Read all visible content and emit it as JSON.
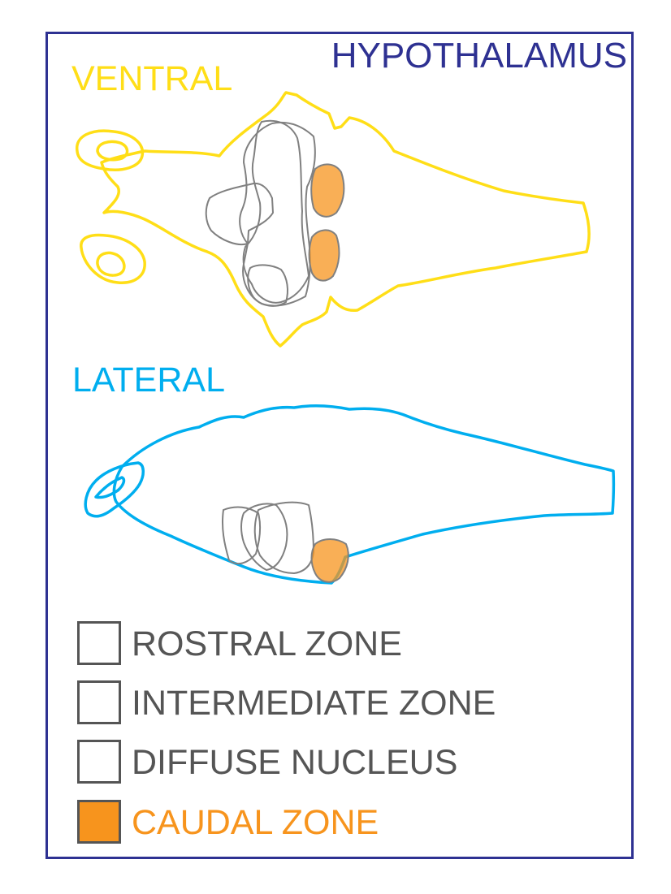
{
  "title": "HYPOTHALAMUS",
  "views": {
    "ventral": {
      "label": "VENTRAL"
    },
    "lateral": {
      "label": "LATERAL"
    }
  },
  "legend": [
    {
      "label": "ROSTRAL ZONE",
      "fill": "#ffffff",
      "color": "#555555"
    },
    {
      "label": "INTERMEDIATE ZONE",
      "fill": "#ffffff",
      "color": "#555555"
    },
    {
      "label": "DIFFUSE NUCLEUS",
      "fill": "#ffffff",
      "color": "#555555"
    },
    {
      "label": "CAUDAL ZONE",
      "fill": "#f7941d",
      "color": "#f7941d"
    }
  ],
  "colors": {
    "frame": "#2e3192",
    "title": "#2e3192",
    "ventral": "#ffde17",
    "lateral": "#00aeef",
    "zone_outline": "#808080",
    "caudal_fill": "#f7941d"
  }
}
